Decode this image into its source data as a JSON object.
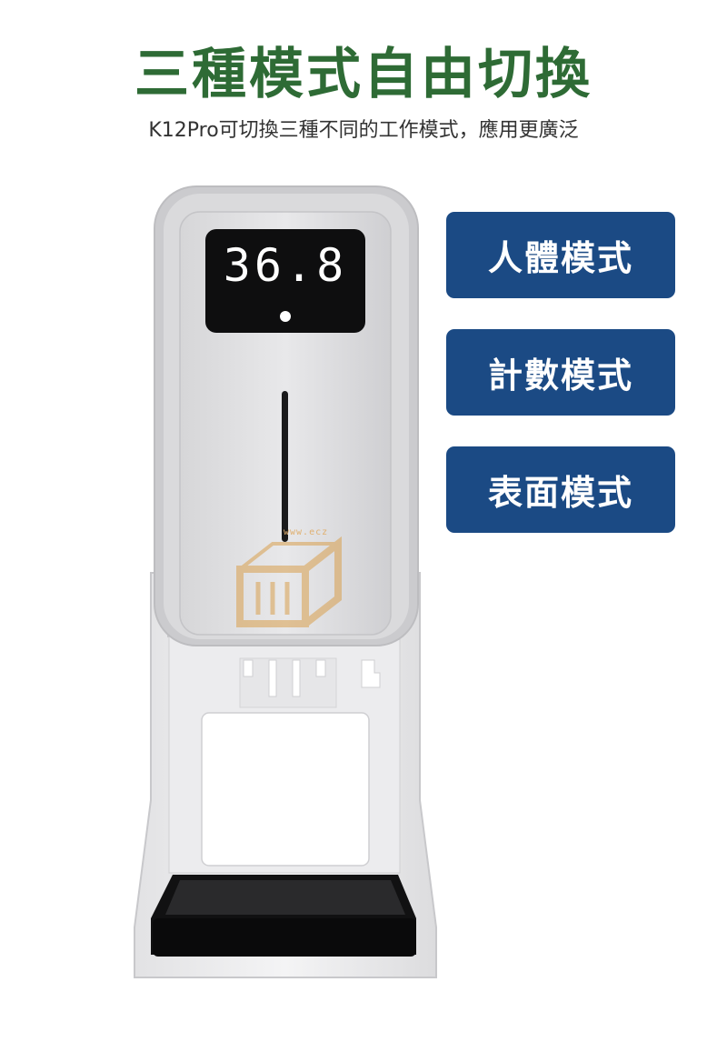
{
  "header": {
    "title": "三種模式自由切換",
    "subtitle": "K12Pro可切換三種不同的工作模式，應用更廣泛"
  },
  "device": {
    "temperature_display": "36.8",
    "watermark": "www.ecz"
  },
  "modes": [
    {
      "label": "人體模式"
    },
    {
      "label": "計數模式"
    },
    {
      "label": "表面模式"
    }
  ],
  "colors": {
    "title_green": "#2e6b35",
    "mode_button_blue": "#1b4a84"
  }
}
